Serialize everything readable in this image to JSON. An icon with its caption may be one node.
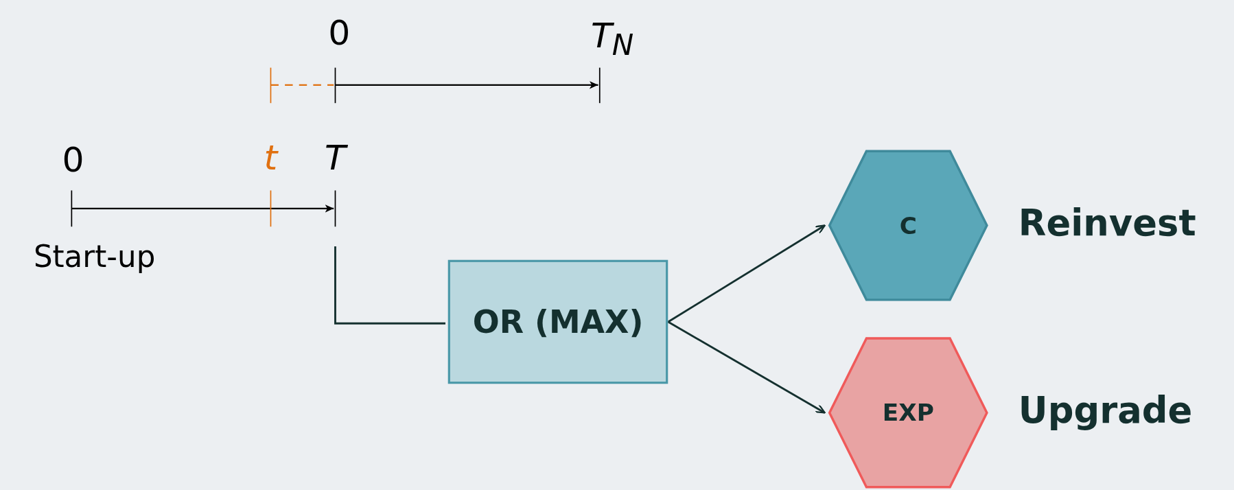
{
  "diagram": {
    "nodes": [
      {
        "text": [
          "OR (MAX)"
        ]
      },
      {
        "text": [
          "C"
        ],
        "beside": [
          "Reinvest"
        ]
      },
      {
        "text": [
          "EXP"
        ],
        "beside": [
          "Upgrade"
        ]
      }
    ],
    "edges": [
      {
        "from": 0,
        "to": 1,
        "arrow": "to"
      },
      {
        "from": 0,
        "to": 2,
        "arrow": "to"
      },
      {
        "from": null,
        "to": 0,
        "arrow": "none"
      }
    ],
    "labels": [
      "0",
      "T$_{N}$",
      "0",
      "t",
      "T",
      "Start-up"
    ]
  }
}
